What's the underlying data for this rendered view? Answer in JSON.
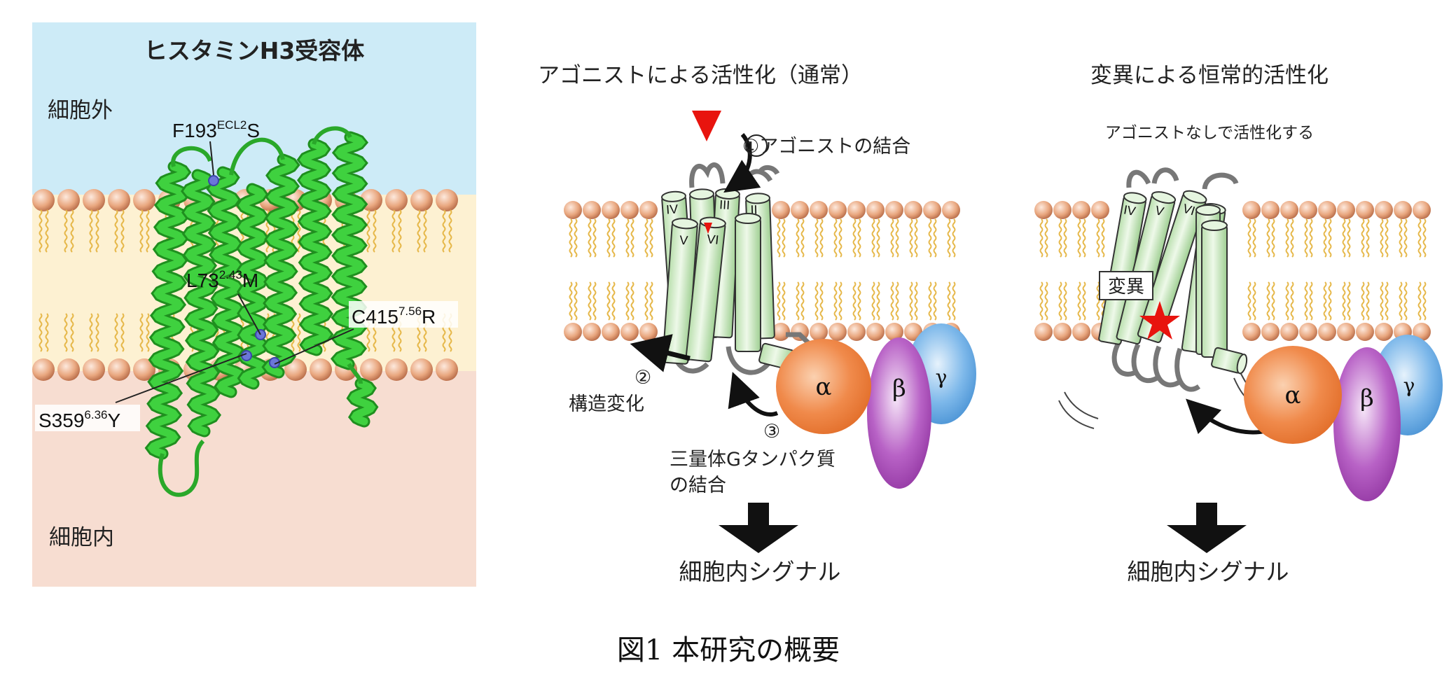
{
  "left_panel": {
    "title": "ヒスタミンH3受容体",
    "outside_label": "細胞外",
    "inside_label": "細胞内",
    "mutations": [
      {
        "base": "F193",
        "sup": "ECL2",
        "tail": "S"
      },
      {
        "base": "L73",
        "sup": "2.43",
        "tail": "M"
      },
      {
        "base": "C415",
        "sup": "7.56",
        "tail": "R"
      },
      {
        "base": "S359",
        "sup": "6.36",
        "tail": "Y"
      }
    ],
    "colors": {
      "outside": "#cdebf7",
      "membrane": "#fdf1d2",
      "inside": "#f7ddd1",
      "helix": "#2db52d"
    }
  },
  "middle_panel": {
    "title": "アゴニストによる活性化（通常）",
    "step1": "①アゴニストの結合",
    "step2_num": "②",
    "step2": "構造変化",
    "step3_num": "③",
    "step3_line1": "三量体Gタンパク質",
    "step3_line2": "の結合",
    "helix_labels": [
      "IV",
      "V",
      "III",
      "VI",
      "II"
    ],
    "result": "細胞内シグナル"
  },
  "right_panel": {
    "title": "変異による恒常的活性化",
    "subtitle": "アゴニストなしで活性化する",
    "mutation_box": "変異",
    "helix_labels": [
      "IV",
      "V",
      "VI"
    ],
    "result": "細胞内シグナル"
  },
  "g_protein": {
    "alpha": "α",
    "beta": "β",
    "gamma": "γ",
    "colors": {
      "alpha": "#f08a4b",
      "beta": "#a04ab0",
      "gamma": "#5aa6e0"
    }
  },
  "caption": "図1 本研究の概要"
}
